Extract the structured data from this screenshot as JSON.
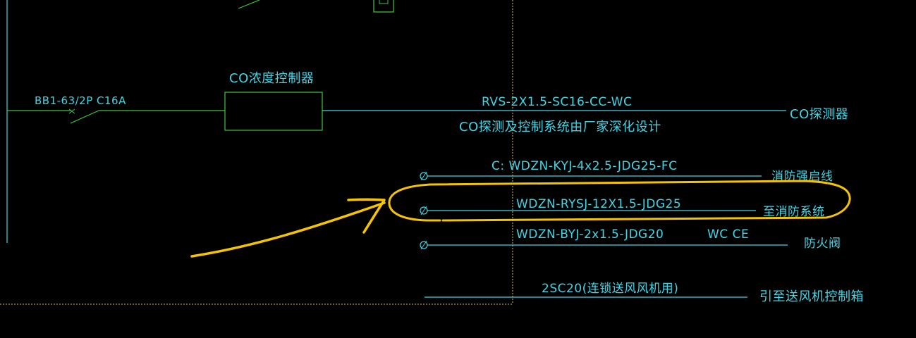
{
  "colors": {
    "background": "#000000",
    "wire_cyan": "#3fd6e6",
    "wire_green": "#3ec83e",
    "annotation_yellow": "#f5c400",
    "border_yellow": "#d8c25a"
  },
  "breaker": {
    "label": "BB1-63/2P C16A"
  },
  "controller": {
    "label": "CO浓度控制器"
  },
  "co_line": {
    "cable_spec": "RVS-2X1.5-SC16-CC-WC",
    "note": "CO探测及控制系统由厂家深化设计",
    "end_label": "CO探测器"
  },
  "circuits": [
    {
      "cable_spec": "C:  WDZN-KYJ-4x2.5-JDG25-FC",
      "end_label": "消防强启线"
    },
    {
      "cable_spec": "WDZN-RYSJ-12X1.5-JDG25",
      "end_label": "至消防系统"
    },
    {
      "cable_spec": "WDZN-BYJ-2x1.5-JDG20",
      "method": "WC  CE",
      "end_label": "防火阀"
    }
  ],
  "fan_line": {
    "cable_spec": "2SC20(连锁送风风机用)",
    "end_label": "引至送风机控制箱"
  }
}
